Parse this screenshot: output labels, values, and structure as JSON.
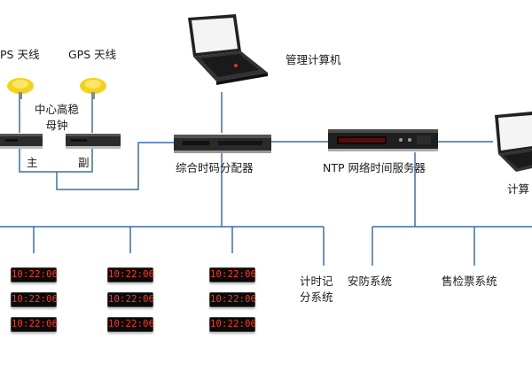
{
  "labels": {
    "gps_left": "PS 天线",
    "gps_right": "GPS 天线",
    "master_clock_line1": "中心高稳",
    "master_clock_line2": "母钟",
    "main": "主",
    "backup": "副",
    "admin_pc": "管理计算机",
    "distributor": "综合时码分配器",
    "ntp_server": "NTP 网络时间服务器",
    "right_pc": "计算",
    "timing_line1": "计时记",
    "timing_line2": "分系统",
    "security": "安防系统",
    "ticket": "售检票系统"
  },
  "clock_time": "10:22:06",
  "clock_grid": {
    "columns": 3,
    "rows": 3
  },
  "colors": {
    "wire": "#3a6fa8",
    "antenna": "#f5d21a",
    "clock_digits": "#ff3a1c"
  }
}
